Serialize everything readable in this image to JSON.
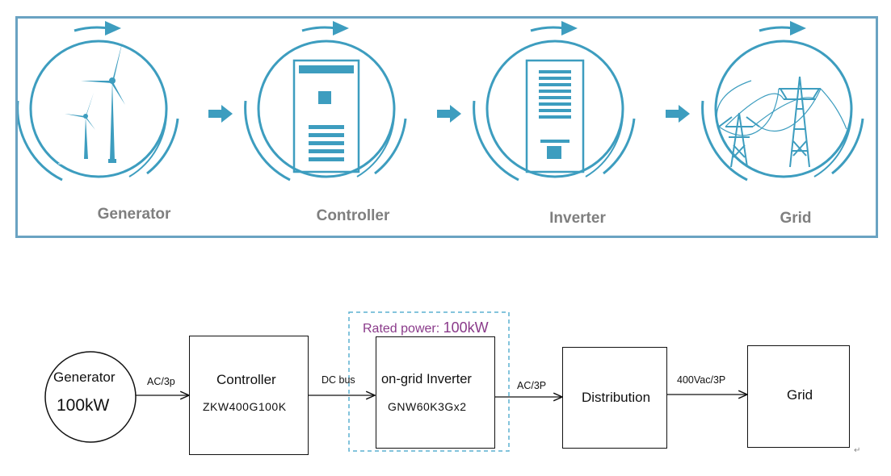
{
  "top_flow": {
    "stages": [
      {
        "label": "Generator",
        "icon": "wind-turbine-icon"
      },
      {
        "label": "Controller",
        "icon": "controller-cabinet-icon"
      },
      {
        "label": "Inverter",
        "icon": "inverter-cabinet-icon"
      },
      {
        "label": "Grid",
        "icon": "power-transmission-tower-icon"
      }
    ]
  },
  "block_diagram": {
    "generator": {
      "name": "Generator",
      "power": "100kW"
    },
    "controller": {
      "name": "Controller",
      "model": "ZKW400G100K"
    },
    "inverter": {
      "name": "on-grid Inverter",
      "model": "GNW60K3Gx2"
    },
    "distribution": {
      "name": "Distribution"
    },
    "grid": {
      "name": "Grid"
    },
    "rated_power": {
      "label": "Rated power:",
      "value": "100kW"
    },
    "edges": {
      "gen_to_ctrl": "AC/3p",
      "ctrl_to_inv": "DC bus",
      "inv_to_dist": "AC/3P",
      "dist_to_grid": "400Vac/3P"
    },
    "return_mark": "↵"
  },
  "colors": {
    "accent": "#3d9dbf",
    "panel_border": "#6aa3c2",
    "label_gray": "#7f7f7f",
    "rated_power_text": "#8a3a8a",
    "dashed_box": "#5bb0d0"
  }
}
